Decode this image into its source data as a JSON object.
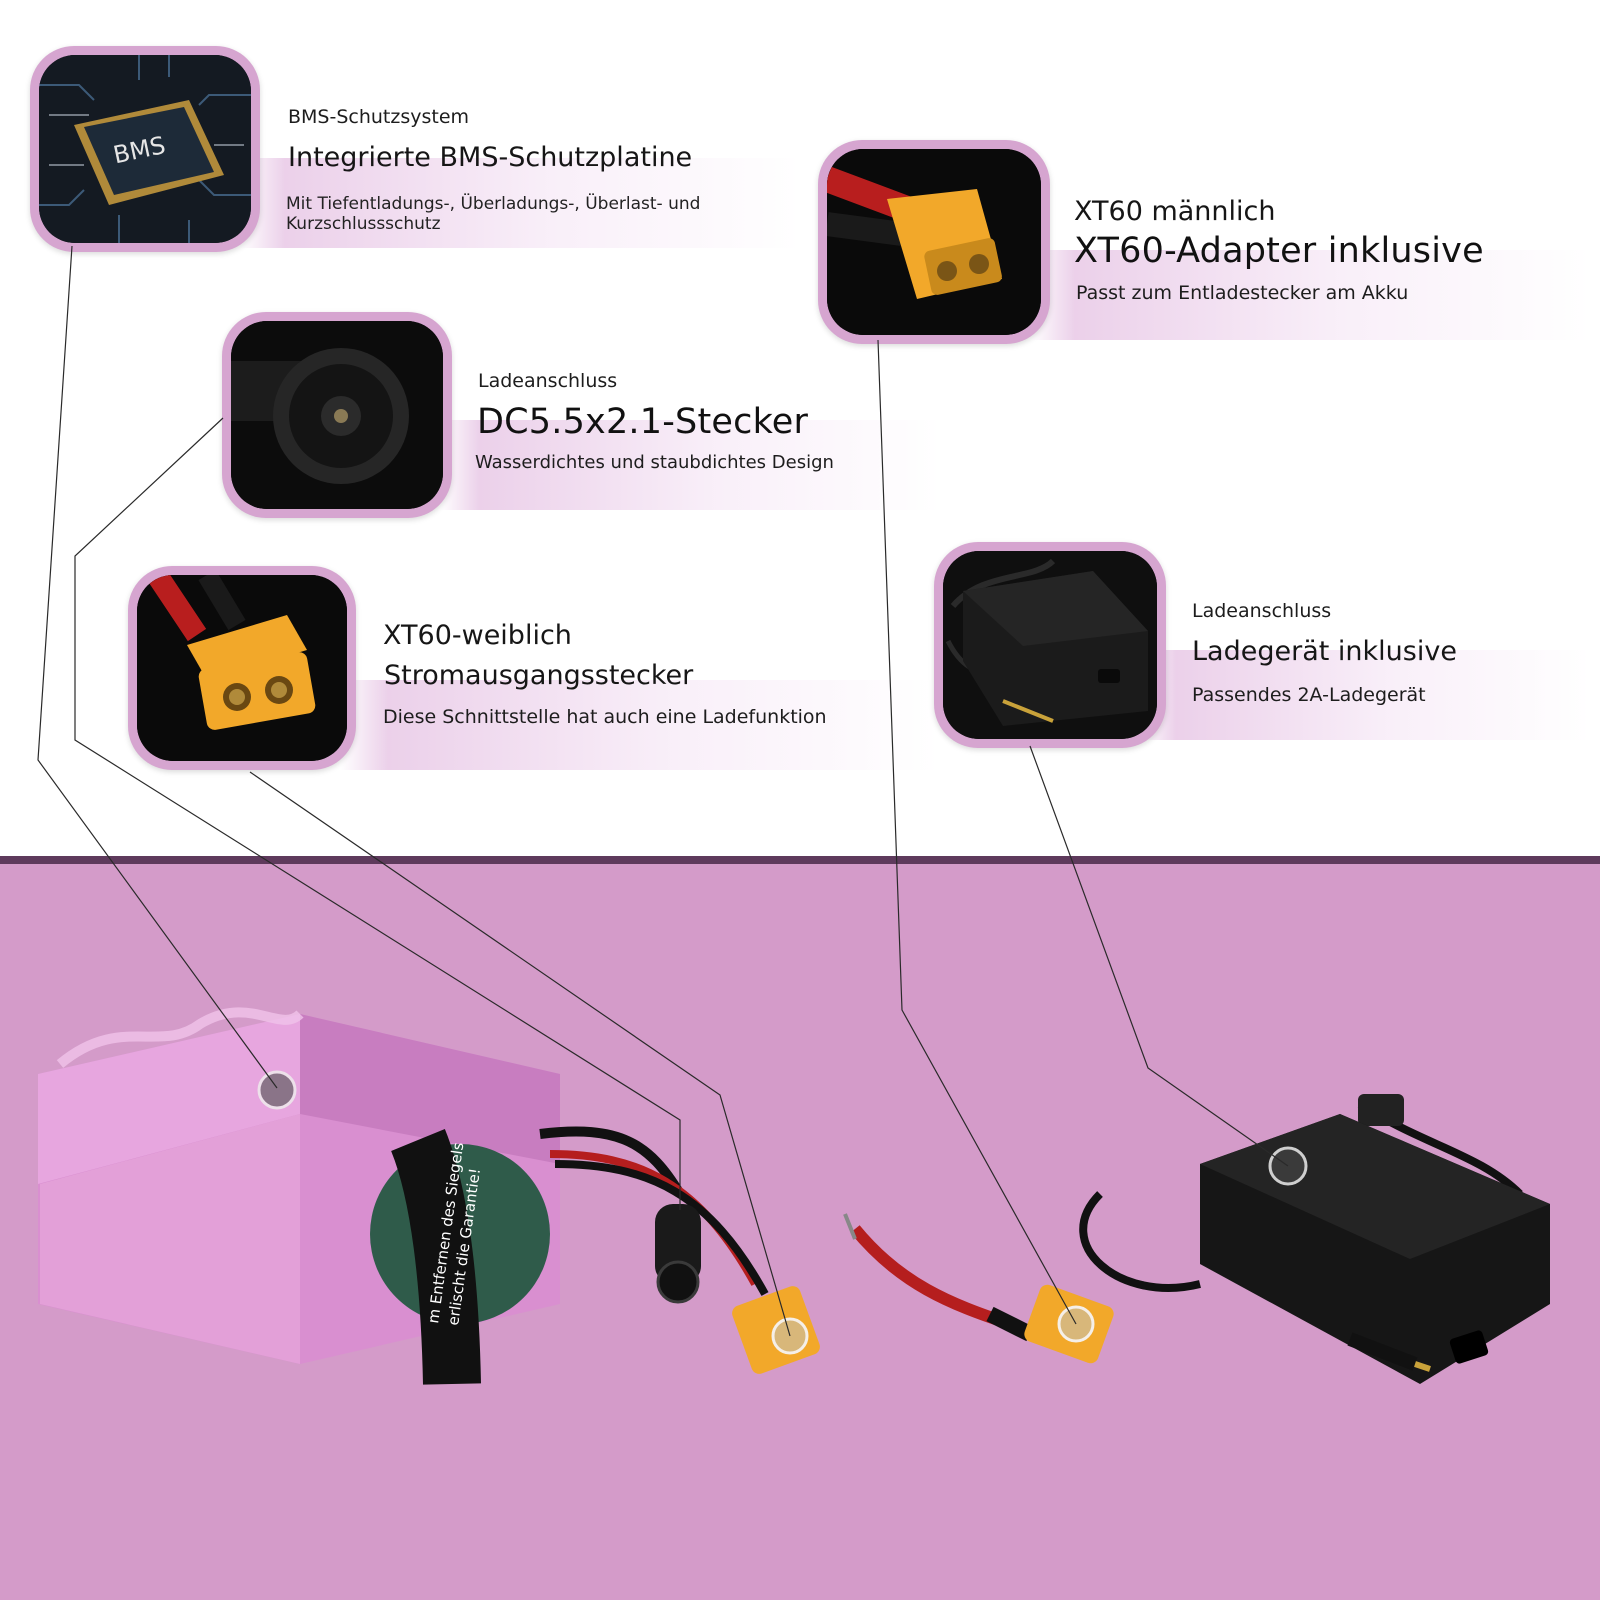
{
  "features": {
    "bms": {
      "label": "BMS-Schutzsystem",
      "title": "Integrierte BMS-Schutzplatine",
      "desc": "Mit Tiefentladungs-, Überladungs-, Überlast- und Kurzschlussschutz",
      "chip_text": "BMS"
    },
    "xt60_male": {
      "label": "XT60 männlich",
      "title": "XT60-Adapter inklusive",
      "desc": "Passt zum Entladestecker am Akku"
    },
    "dc": {
      "label": "Ladeanschluss",
      "title": "DC5.5x2.1-Stecker",
      "desc": "Wasserdichtes und staubdichtes Design"
    },
    "xt60_female": {
      "label": "XT60-weiblich",
      "title": "Stromausgangsstecker",
      "desc": "Diese Schnittstelle hat auch eine Ladefunktion"
    },
    "charger": {
      "label": "Ladeanschluss",
      "title": "Ladegerät inklusive",
      "desc": "Passendes 2A-Ladegerät"
    }
  },
  "battery_label": {
    "line1": "m Entfernen des Siegels",
    "line2": "erlischt die Garantie!"
  },
  "colors": {
    "accent_pink": "#d49bc9",
    "frame_pink": "#d6a5d0",
    "divider": "#5e3a5c",
    "connector_yellow": "#f2a82a"
  }
}
